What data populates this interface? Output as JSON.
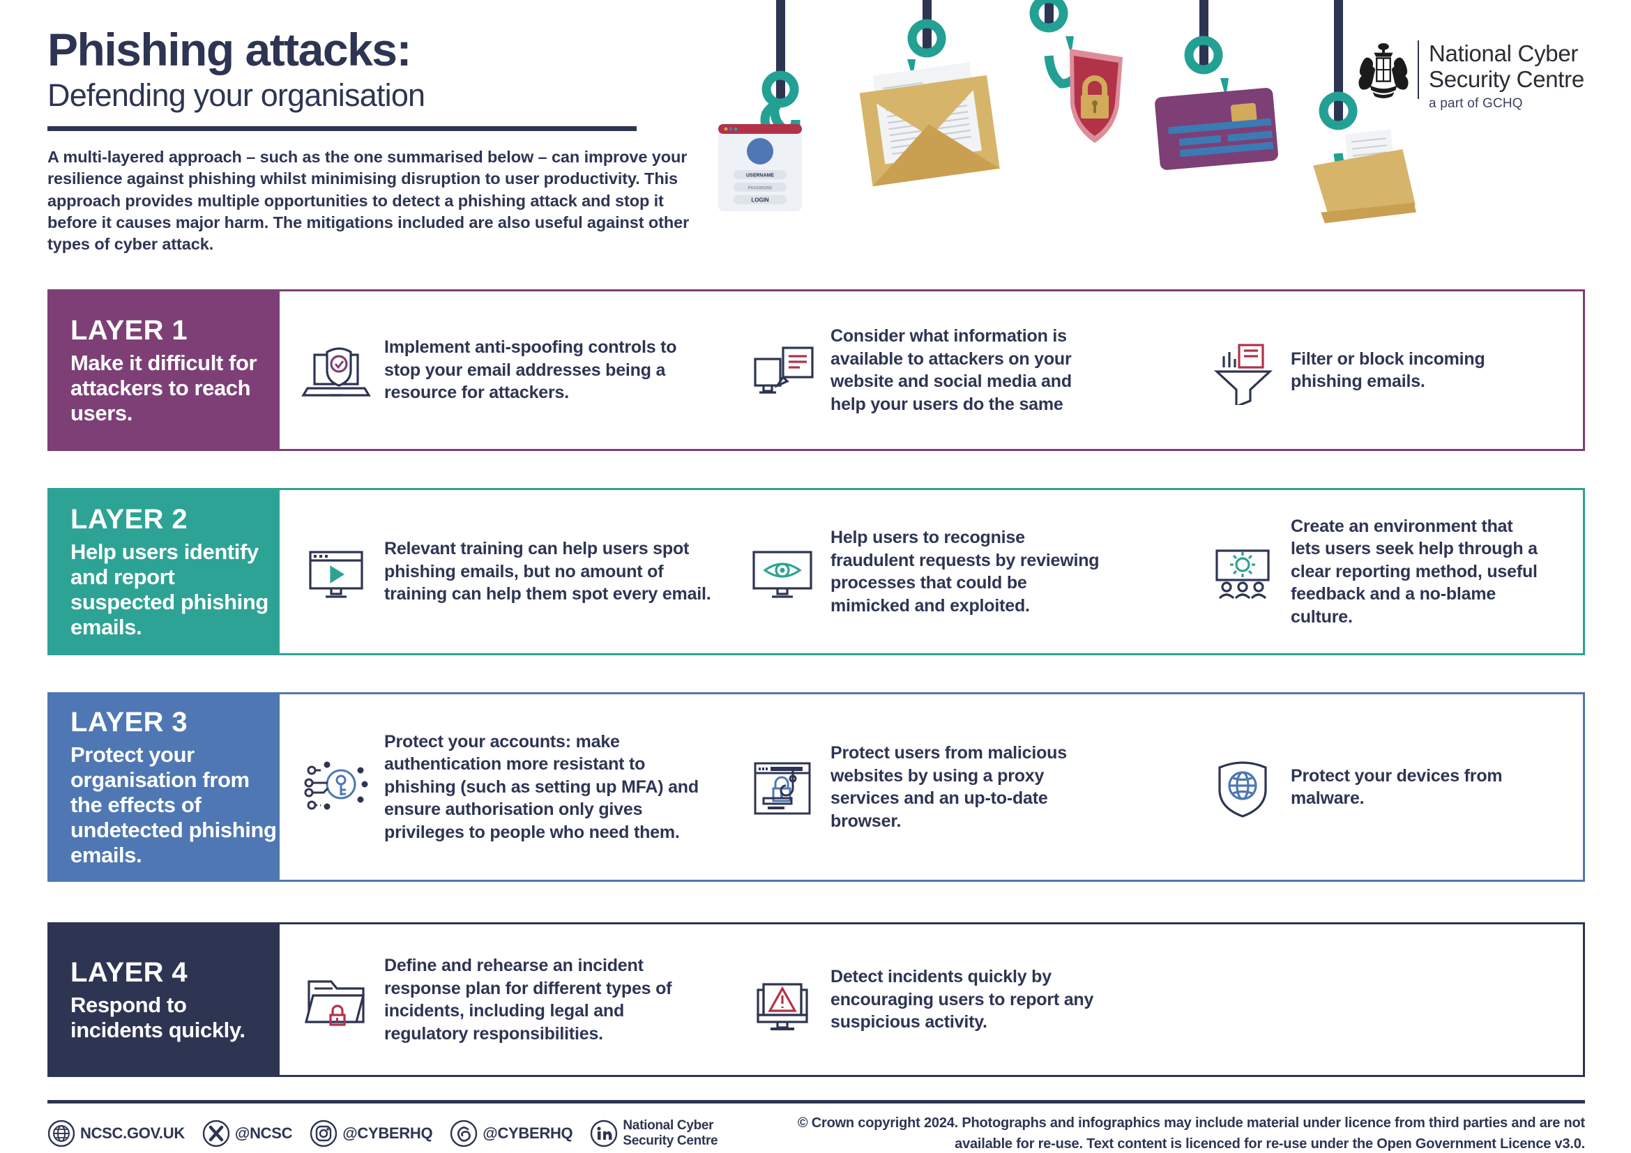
{
  "header": {
    "title_main": "Phishing attacks:",
    "title_sub": "Defending your organisation",
    "intro": "A multi-layered approach – such as the one summarised below – can improve your resilience against phishing whilst minimising disruption to user productivity. This approach provides multiple opportunities to detect a phishing attack and stop it before it causes major harm. The mitigations included are also useful against other types of cyber attack."
  },
  "logo": {
    "line1": "National Cyber",
    "line2": "Security Centre",
    "sub": "a part of GCHQ",
    "crest_icon": "royal-crest-icon"
  },
  "hooks": [
    {
      "icon": "hook-login-card-icon",
      "card_fields": [
        "USERNAME",
        "PASSWORD",
        "LOGIN"
      ]
    },
    {
      "icon": "hook-envelope-letter-icon"
    },
    {
      "icon": "hook-shield-padlock-icon"
    },
    {
      "icon": "hook-credit-card-icon"
    },
    {
      "icon": "hook-folder-documents-icon"
    }
  ],
  "colors": {
    "navy": "#2e3553",
    "layer1": "#7d3f76",
    "layer2": "#2da395",
    "layer3": "#4e77b4",
    "layer4": "#2e3553",
    "teal_hook": "#23a094",
    "red": "#b23248",
    "gold": "#d2ab5a"
  },
  "layers": [
    {
      "number": "LAYER 1",
      "description": "Make it difficult for attackers to reach users.",
      "accent": "#7d3f76",
      "cells": [
        {
          "icon": "laptop-shield-check-icon",
          "text": "Implement anti-spoofing controls to stop your email addresses being a resource for attackers."
        },
        {
          "icon": "desktop-social-media-icon",
          "text": "Consider what information is available to attackers on your website and social media and help your users do the same"
        },
        {
          "icon": "email-filter-funnel-icon",
          "text": "Filter or block incoming phishing emails."
        }
      ]
    },
    {
      "number": "LAYER 2",
      "description": "Help users identify and report suspected phishing emails.",
      "accent": "#2da395",
      "cells": [
        {
          "icon": "training-video-monitor-icon",
          "text": "Relevant training can help users spot phishing emails, but no amount of training can help them spot every email."
        },
        {
          "icon": "eye-monitor-review-icon",
          "text": "Help users to recognise fraudulent requests by reviewing processes that could be mimicked and exploited."
        },
        {
          "icon": "reporting-culture-gear-icon",
          "text": "Create an environment that lets users seek help through a clear reporting method, useful feedback and a no-blame culture."
        }
      ]
    },
    {
      "number": "LAYER 3",
      "description": "Protect your organisation from the effects of undetected phishing emails.",
      "accent": "#4e77b4",
      "cells": [
        {
          "icon": "key-authentication-icon",
          "text": "Protect your accounts: make authentication more resistant to phishing (such as setting up MFA) and ensure authorisation only gives privileges to people who need them."
        },
        {
          "icon": "browser-padlock-hook-icon",
          "text": "Protect users from malicious websites by using a proxy services and an up-to-date browser."
        },
        {
          "icon": "shield-globe-malware-icon",
          "text": "Protect your devices from malware."
        }
      ]
    },
    {
      "number": "LAYER 4",
      "description": "Respond to incidents quickly.",
      "accent": "#2e3553",
      "cells": [
        {
          "icon": "folder-lock-incident-plan-icon",
          "text": "Define and rehearse an incident response plan for different types of incidents, including legal and regulatory responsibilities."
        },
        {
          "icon": "monitor-alert-warning-icon",
          "text": "Detect incidents quickly by encouraging users to report any suspicious activity."
        }
      ]
    }
  ],
  "footer": {
    "social": [
      {
        "icon": "globe-icon",
        "label": "NCSC.GOV.UK"
      },
      {
        "icon": "x-twitter-icon",
        "label": "@NCSC"
      },
      {
        "icon": "instagram-icon",
        "label": "@CYBERHQ"
      },
      {
        "icon": "threads-icon",
        "label": "@CYBERHQ"
      },
      {
        "icon": "linkedin-icon",
        "label": "National Cyber\nSecurity Centre"
      }
    ],
    "copyright": "© Crown copyright 2024. Photographs and infographics may include material under licence from third parties and are not available for re-use. Text content is licenced for re-use under the Open Government Licence v3.0."
  }
}
